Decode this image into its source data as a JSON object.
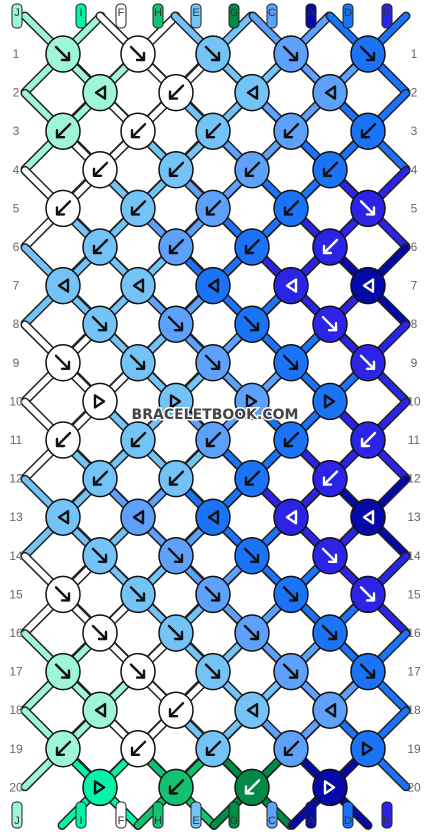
{
  "watermark": "BRACELETBOOK.COM",
  "strings_top": [
    "J",
    "I",
    "F",
    "H",
    "E",
    "G",
    "C",
    "A",
    "D",
    "B"
  ],
  "strings_bottom": [
    "J",
    "I",
    "F",
    "H",
    "E",
    "G",
    "C",
    "A",
    "D",
    "B"
  ],
  "row_labels": [
    "1",
    "2",
    "3",
    "4",
    "5",
    "6",
    "7",
    "8",
    "9",
    "10",
    "11",
    "12",
    "13",
    "14",
    "15",
    "16",
    "17",
    "18",
    "19",
    "20"
  ],
  "colors": {
    "J": "#9ef5d9",
    "I": "#00f5a8",
    "F": "#ffffff",
    "H": "#13c270",
    "E": "#74c3f7",
    "G": "#028a47",
    "C": "#5ea1fa",
    "A": "#0509a8",
    "D": "#1b73f7",
    "B": "#2b24e6"
  },
  "knots": [
    [
      {
        "c": "J",
        "a": "f"
      },
      {
        "c": "F",
        "a": "f"
      },
      {
        "c": "E",
        "a": "f"
      },
      {
        "c": "C",
        "a": "f"
      },
      {
        "c": "D",
        "a": "f"
      }
    ],
    [
      {
        "c": "J",
        "a": "bb"
      },
      {
        "c": "F",
        "a": "b"
      },
      {
        "c": "E",
        "a": "bb"
      },
      {
        "c": "C",
        "a": "bb"
      }
    ],
    [
      {
        "c": "J",
        "a": "b"
      },
      {
        "c": "F",
        "a": "b"
      },
      {
        "c": "E",
        "a": "b"
      },
      {
        "c": "C",
        "a": "b"
      },
      {
        "c": "D",
        "a": "b"
      }
    ],
    [
      {
        "c": "F",
        "a": "b"
      },
      {
        "c": "E",
        "a": "b"
      },
      {
        "c": "C",
        "a": "b"
      },
      {
        "c": "D",
        "a": "b"
      }
    ],
    [
      {
        "c": "F",
        "a": "b"
      },
      {
        "c": "E",
        "a": "b"
      },
      {
        "c": "C",
        "a": "b"
      },
      {
        "c": "D",
        "a": "b"
      },
      {
        "c": "B",
        "a": "f"
      }
    ],
    [
      {
        "c": "E",
        "a": "b"
      },
      {
        "c": "C",
        "a": "b"
      },
      {
        "c": "D",
        "a": "b"
      },
      {
        "c": "B",
        "a": "b"
      }
    ],
    [
      {
        "c": "E",
        "a": "bb"
      },
      {
        "c": "E",
        "a": "bb"
      },
      {
        "c": "D",
        "a": "bb"
      },
      {
        "c": "B",
        "a": "bb"
      },
      {
        "c": "A",
        "a": "bb"
      }
    ],
    [
      {
        "c": "E",
        "a": "f"
      },
      {
        "c": "C",
        "a": "f"
      },
      {
        "c": "D",
        "a": "f"
      },
      {
        "c": "B",
        "a": "f"
      }
    ],
    [
      {
        "c": "F",
        "a": "f"
      },
      {
        "c": "E",
        "a": "f"
      },
      {
        "c": "C",
        "a": "f"
      },
      {
        "c": "D",
        "a": "f"
      },
      {
        "c": "B",
        "a": "f"
      }
    ],
    [
      {
        "c": "F",
        "a": "ff"
      },
      {
        "c": "E",
        "a": "ff"
      },
      {
        "c": "C",
        "a": "ff"
      },
      {
        "c": "D",
        "a": "ff"
      }
    ],
    [
      {
        "c": "F",
        "a": "b"
      },
      {
        "c": "E",
        "a": "b"
      },
      {
        "c": "C",
        "a": "b"
      },
      {
        "c": "D",
        "a": "b"
      },
      {
        "c": "B",
        "a": "b"
      }
    ],
    [
      {
        "c": "E",
        "a": "b"
      },
      {
        "c": "E",
        "a": "b"
      },
      {
        "c": "D",
        "a": "b"
      },
      {
        "c": "B",
        "a": "b"
      }
    ],
    [
      {
        "c": "E",
        "a": "bb"
      },
      {
        "c": "C",
        "a": "bb"
      },
      {
        "c": "D",
        "a": "bb"
      },
      {
        "c": "B",
        "a": "bb"
      },
      {
        "c": "A",
        "a": "bb"
      }
    ],
    [
      {
        "c": "E",
        "a": "f"
      },
      {
        "c": "C",
        "a": "f"
      },
      {
        "c": "D",
        "a": "f"
      },
      {
        "c": "B",
        "a": "f"
      }
    ],
    [
      {
        "c": "F",
        "a": "f"
      },
      {
        "c": "E",
        "a": "f"
      },
      {
        "c": "C",
        "a": "f"
      },
      {
        "c": "D",
        "a": "f"
      },
      {
        "c": "B",
        "a": "f"
      }
    ],
    [
      {
        "c": "F",
        "a": "f"
      },
      {
        "c": "E",
        "a": "f"
      },
      {
        "c": "C",
        "a": "f"
      },
      {
        "c": "D",
        "a": "f"
      }
    ],
    [
      {
        "c": "J",
        "a": "f"
      },
      {
        "c": "F",
        "a": "f"
      },
      {
        "c": "E",
        "a": "f"
      },
      {
        "c": "C",
        "a": "f"
      },
      {
        "c": "D",
        "a": "f"
      }
    ],
    [
      {
        "c": "J",
        "a": "bb"
      },
      {
        "c": "F",
        "a": "b"
      },
      {
        "c": "E",
        "a": "bb"
      },
      {
        "c": "C",
        "a": "bb"
      }
    ],
    [
      {
        "c": "J",
        "a": "b"
      },
      {
        "c": "F",
        "a": "b"
      },
      {
        "c": "E",
        "a": "b"
      },
      {
        "c": "C",
        "a": "b"
      },
      {
        "c": "D",
        "a": "ff"
      }
    ],
    [
      {
        "c": "I",
        "a": "ff"
      },
      {
        "c": "H",
        "a": "b"
      },
      {
        "c": "G",
        "a": "b"
      },
      {
        "c": "A",
        "a": "ff"
      }
    ]
  ]
}
